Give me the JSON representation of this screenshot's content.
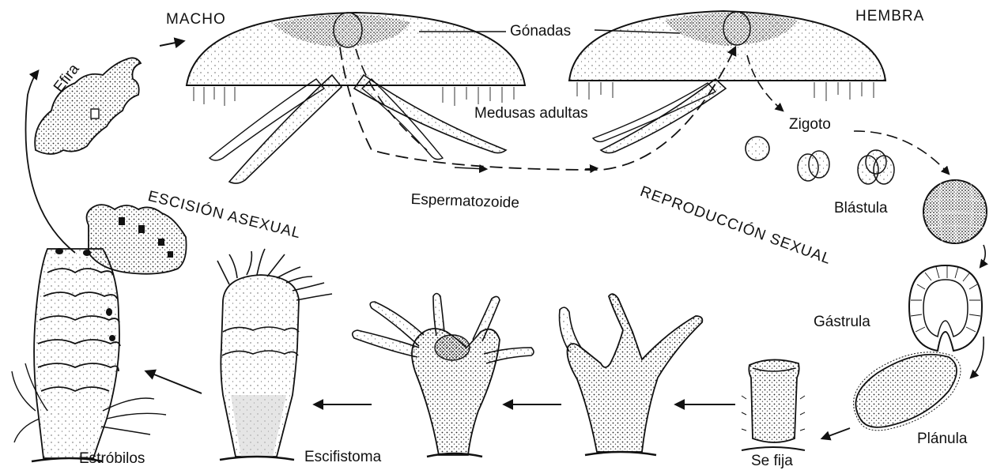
{
  "labels": {
    "macho": "MACHO",
    "hembra": "HEMBRA",
    "gonadas": "Gónadas",
    "medusas_adultas": "Medusas adultas",
    "zigoto": "Zigoto",
    "efira": "Efira",
    "espermatozoide": "Espermatozoide",
    "escision_asexual": "ESCISIÓN ASEXUAL",
    "reproduccion_sexual": "REPRODUCCIÓN SEXUAL",
    "blastula": "Blástula",
    "gastrula": "Gástrula",
    "planula": "Plánula",
    "se_fija": "Se fija",
    "escifistoma": "Escifistoma",
    "estrobilos": "Estróbilos"
  }
}
